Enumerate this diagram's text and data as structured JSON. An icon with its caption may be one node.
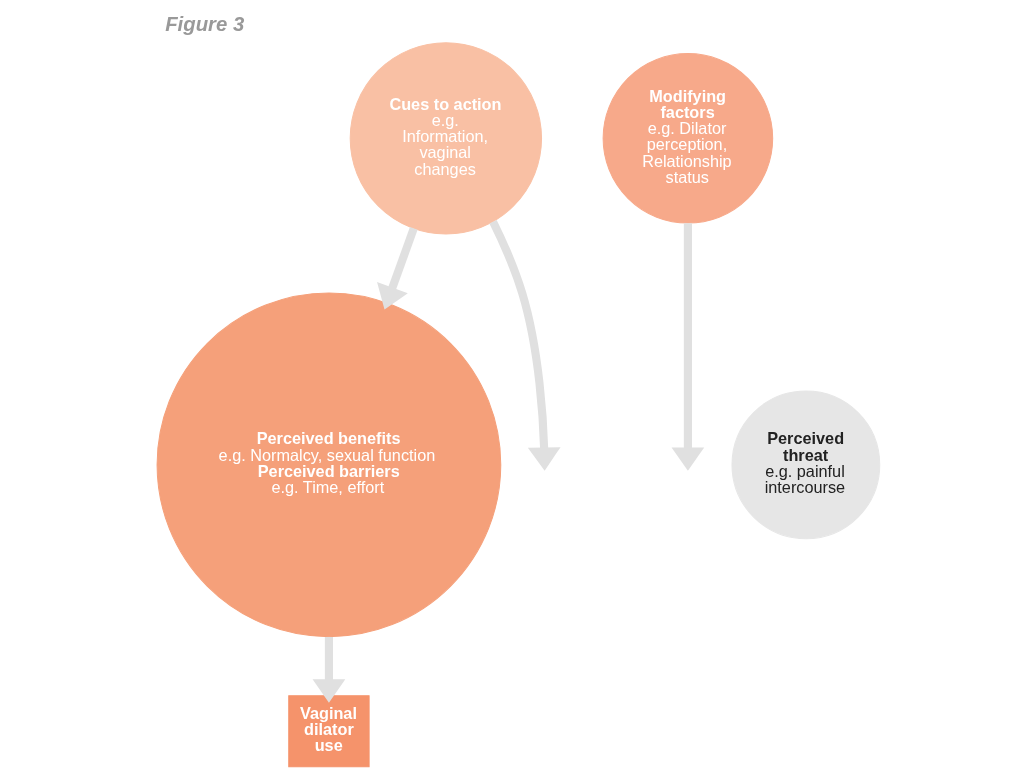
{
  "diagram": {
    "title": "Figure 3",
    "nodes": [
      {
        "text": [
          "Cues to action",
          "e.g. Information, vaginal changes"
        ]
      },
      {
        "text": [
          "Modifying factors",
          "e.g. Dilator perception, Relationship status"
        ]
      },
      {
        "text": [
          "Perceived threat",
          "e.g. painful intercourse"
        ]
      },
      {
        "text": [
          "Perceived benefits",
          "e.g. Normalcy, sexual function",
          "Perceived barriers",
          "e.g. Time, effort"
        ]
      },
      {
        "text": [
          "Vaginal dilator use"
        ]
      }
    ],
    "edges": [
      {
        "from": 0,
        "to": null,
        "arrow": "to"
      },
      {
        "from": 1,
        "to": null,
        "arrow": "to"
      },
      {
        "from": 0,
        "to": 3,
        "arrow": "to"
      },
      {
        "from": 3,
        "to": 4,
        "arrow": "to"
      }
    ]
  }
}
